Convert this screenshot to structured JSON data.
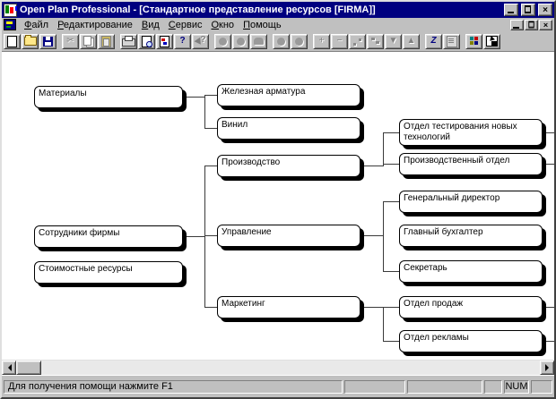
{
  "window": {
    "title": "Open Plan Professional - [Стандартное представление ресурсов [FIRMA]]",
    "close_glyph": "×"
  },
  "menu": {
    "items": [
      "Файл",
      "Редактирование",
      "Вид",
      "Сервис",
      "Окно",
      "Помощь"
    ]
  },
  "toolbar": {
    "buttons": [
      {
        "name": "new",
        "enabled": true,
        "glyph": ""
      },
      {
        "name": "open",
        "enabled": true,
        "glyph": ""
      },
      {
        "name": "save",
        "enabled": true,
        "glyph": ""
      },
      {
        "name": "cut",
        "enabled": false,
        "glyph": "✂"
      },
      {
        "name": "copy",
        "enabled": false,
        "glyph": ""
      },
      {
        "name": "paste",
        "enabled": false,
        "glyph": ""
      },
      {
        "name": "print",
        "enabled": true,
        "glyph": ""
      },
      {
        "name": "print-preview",
        "enabled": true,
        "glyph": ""
      },
      {
        "name": "page-setup",
        "enabled": true,
        "glyph": ""
      },
      {
        "name": "help",
        "enabled": true,
        "glyph": "?"
      },
      {
        "name": "context-help",
        "enabled": false,
        "glyph": ""
      },
      {
        "name": "node-circle",
        "enabled": false,
        "glyph": ""
      },
      {
        "name": "node-circle-help",
        "enabled": false,
        "glyph": ""
      },
      {
        "name": "node-rounded",
        "enabled": false,
        "glyph": ""
      },
      {
        "name": "shape-circle-1",
        "enabled": false,
        "glyph": ""
      },
      {
        "name": "shape-circle-2",
        "enabled": false,
        "glyph": ""
      },
      {
        "name": "add",
        "enabled": false,
        "glyph": "+"
      },
      {
        "name": "remove",
        "enabled": false,
        "glyph": "−"
      },
      {
        "name": "link-nodes",
        "enabled": false,
        "glyph": ""
      },
      {
        "name": "level-steps",
        "enabled": false,
        "glyph": ""
      },
      {
        "name": "move-down",
        "enabled": false,
        "glyph": "▼"
      },
      {
        "name": "move-up",
        "enabled": false,
        "glyph": "▲"
      },
      {
        "name": "zoom",
        "enabled": true,
        "glyph": "Z"
      },
      {
        "name": "notes",
        "enabled": false,
        "glyph": ""
      },
      {
        "name": "arrange-tile",
        "enabled": true,
        "glyph": ""
      },
      {
        "name": "fit-to-window",
        "enabled": true,
        "glyph": ""
      }
    ]
  },
  "diagram": {
    "nodes": [
      {
        "id": "materials",
        "label": "Материалы",
        "children": [
          "iron",
          "vinyl"
        ]
      },
      {
        "id": "iron",
        "label": "Железная арматура",
        "children": []
      },
      {
        "id": "vinyl",
        "label": "Винил",
        "children": []
      },
      {
        "id": "production",
        "label": "Производство",
        "children": [
          "test-dept",
          "prod-dept"
        ]
      },
      {
        "id": "management",
        "label": "Управление",
        "children": [
          "ceo",
          "accountant",
          "secretary"
        ]
      },
      {
        "id": "marketing",
        "label": "Маркетинг",
        "children": [
          "sales-dept",
          "ad-dept"
        ]
      },
      {
        "id": "employees",
        "label": "Сотрудники фирмы",
        "children": [
          "production",
          "management",
          "marketing"
        ]
      },
      {
        "id": "cost",
        "label": "Стоимостные ресурсы",
        "children": []
      },
      {
        "id": "test-dept",
        "label": "Отдел тестирования новых технологий",
        "children": [
          "offscreen"
        ]
      },
      {
        "id": "prod-dept",
        "label": "Производственный отдел",
        "children": [
          "offscreen"
        ]
      },
      {
        "id": "ceo",
        "label": "Генеральный директор",
        "children": []
      },
      {
        "id": "accountant",
        "label": "Главный бухгалтер",
        "children": []
      },
      {
        "id": "secretary",
        "label": "Секретарь",
        "children": []
      },
      {
        "id": "sales-dept",
        "label": "Отдел продаж",
        "children": [
          "offscreen"
        ]
      },
      {
        "id": "ad-dept",
        "label": "Отдел рекламы",
        "children": [
          "offscreen"
        ]
      }
    ]
  },
  "statusbar": {
    "help_text": "Для получения помощи нажмите F1",
    "num_indicator": "NUM"
  },
  "colors": {
    "titlebar": "#000080",
    "chrome": "#c0c0c0",
    "canvas": "#ffffff",
    "node_border": "#000000"
  }
}
